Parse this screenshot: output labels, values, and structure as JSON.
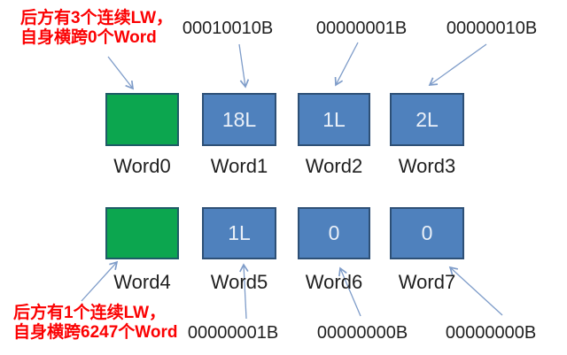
{
  "colors": {
    "green_fill": "#0CA64F",
    "green_border": "#1E5B66",
    "blue_fill": "#4F81BD",
    "blue_border": "#2E5076",
    "box_value_text": "#EAF0F8",
    "label_text": "#1F1F1F",
    "annotation_red": "#FB0102",
    "arrow": "#7E9CC9"
  },
  "annotations": {
    "top_left": {
      "line1": "后方有3个连续LW，",
      "line2": "自身横跨0个Word"
    },
    "bottom_left": {
      "line1": "后方有1个连续LW，",
      "line2": "自身横跨6247个Word"
    }
  },
  "binary_labels": {
    "top": [
      "00010010B",
      "00000001B",
      "00000010B"
    ],
    "bottom": [
      "00000001B",
      "00000000B",
      "00000000B"
    ]
  },
  "cells": [
    {
      "label": "Word0",
      "value": "",
      "type": "green"
    },
    {
      "label": "Word1",
      "value": "18L",
      "type": "blue"
    },
    {
      "label": "Word2",
      "value": "1L",
      "type": "blue"
    },
    {
      "label": "Word3",
      "value": "2L",
      "type": "blue"
    },
    {
      "label": "Word4",
      "value": "",
      "type": "green"
    },
    {
      "label": "Word5",
      "value": "1L",
      "type": "blue"
    },
    {
      "label": "Word6",
      "value": "0",
      "type": "blue"
    },
    {
      "label": "Word7",
      "value": "0",
      "type": "blue"
    }
  ]
}
